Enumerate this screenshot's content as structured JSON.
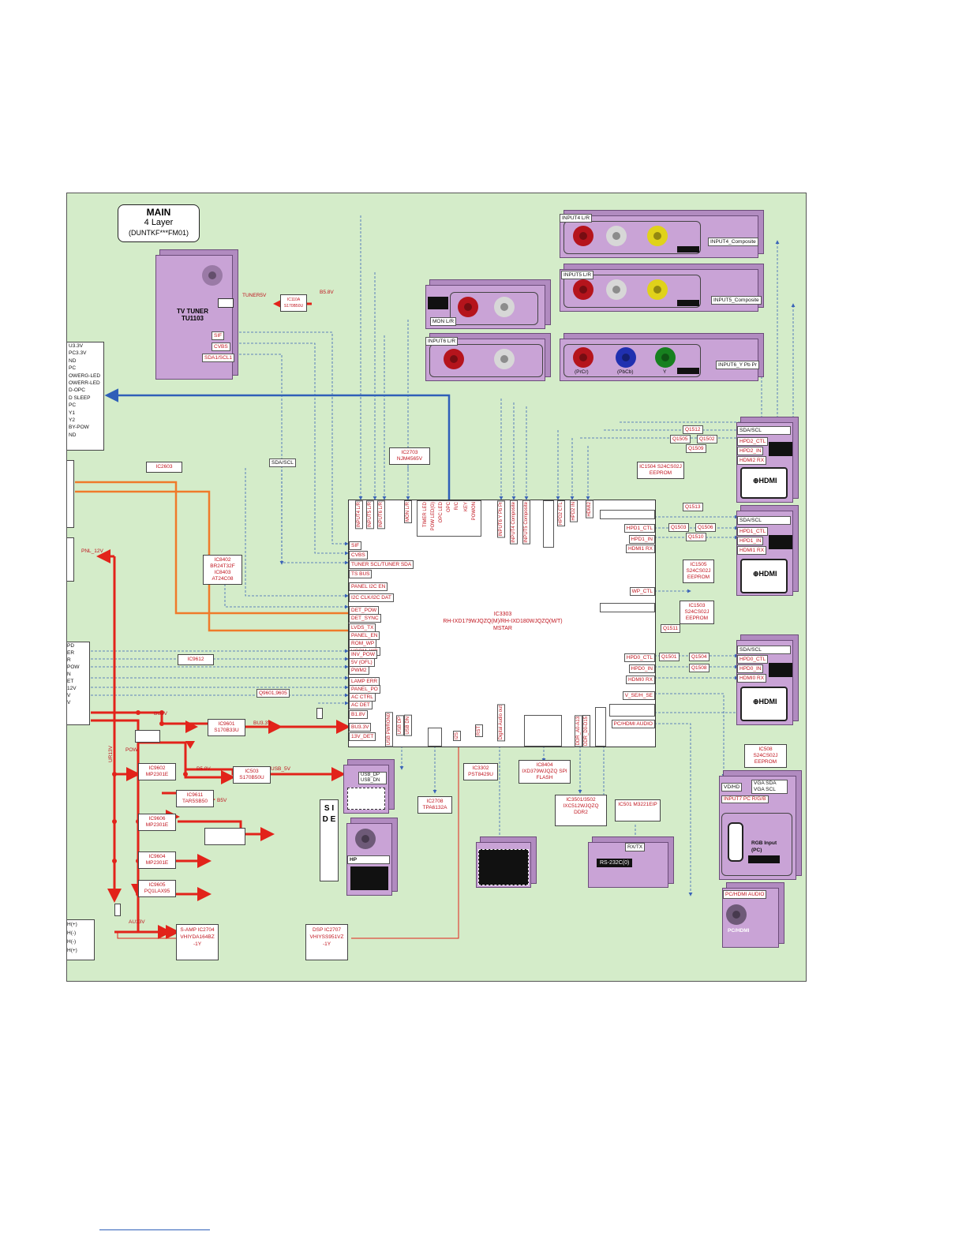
{
  "title": {
    "line1": "MAIN",
    "line2": "4 Layer",
    "line3": "(DUNTKF***FM01)"
  },
  "tuner": {
    "name": "TV TUNER",
    "ref": "TU1103",
    "pins": [
      "SIF",
      "CVBS",
      "SDA1/SCL1"
    ],
    "reg_ic": "IC110A S170B50U",
    "tuner5v": "TUNER5V",
    "b58v": "B5.8V"
  },
  "left_list": [
    "U3.3V",
    "PC3.3V",
    "ND",
    "PC",
    "OWERG-LED",
    "OWERR-LED",
    "D-OPC",
    "D SLEEP",
    "PC",
    "",
    "Y1",
    "Y2",
    "BY-POW",
    "ND"
  ],
  "left_list2": [
    "PD",
    "",
    "ER",
    "",
    "R",
    "POW",
    "N",
    "ET",
    "12V",
    "V",
    "V"
  ],
  "left_spk": [
    "H(+)",
    "H(-)",
    "H(-)",
    "H(+)"
  ],
  "inputs": {
    "input4": "INPUT4 L/R",
    "input4_comp": "INPUT4_Composite",
    "input5": "INPUT5 L/R",
    "input5_comp": "INPUT5_Composite",
    "mon": "MON L/R",
    "input6": "INPUT6 L/R",
    "input6_comp": "INPUT6_Y Pb Pr",
    "pb": "(PbCb)",
    "pr": "(PrCr)",
    "y": "Y"
  },
  "hdmi": {
    "label": "HDMI",
    "sda_scl": "SDA/SCL",
    "hpd2_ctl": "HPD2_CTL",
    "hpd2_in": "HPD2_IN",
    "hdmi2_rx": "HDMI2 RX",
    "hpd1_ctl": "HPD1_CTL",
    "hpd1_in": "HPD1_IN",
    "hdmi1_rx": "HDMI1 RX",
    "hpd0_ctl": "HPD0_CTL",
    "hpd0_in": "HPD0_IN",
    "hdmi0_rx": "HDMI0 RX",
    "q1512": "Q1512",
    "q1505": "Q1505",
    "q1502": "Q1502",
    "q1509": "Q1509",
    "q1513": "Q1513",
    "q1503": "Q1503",
    "q1506": "Q1506",
    "q1510": "Q1510",
    "q1511": "Q1511",
    "q1501": "Q1501",
    "q1504": "Q1504",
    "q1508": "Q1508",
    "ic1504": "IC1504 S24CS02J EEPROM",
    "ic1505": "IC1505 S24CS02J EEPROM",
    "ic1503": "IC1503 S24CS02J EEPROM"
  },
  "ic2703": "IC2703 NJM4565V",
  "ic2603": "IC2603",
  "ic8402": "IC8402 BR24T32F IC8403 AT24C08",
  "ic9612": "IC9612",
  "main_ic": {
    "line1": "IC3303",
    "line2": "RH-IXD179WJQZQ(M)/RH-IXD180WJQZQ(M/T)",
    "line3": "MSTAR"
  },
  "main_left_pins": [
    "SIF",
    "CVBS",
    "TUNER SCL/TUNER SDA",
    "TS BUS",
    "PANEL I2C EN",
    "I2C CLK/I2C DAT",
    "DET_POW",
    "DET_SYNC",
    "LVDS_TX",
    "PANEL_EN",
    "ROM_WP",
    "VCOM_WP",
    "INV_POW",
    "5V (OFL)",
    "PWM2",
    "LAMP ERR",
    "PANEL_PO",
    "AC CTRL",
    "AC DET",
    "B1.8V",
    "BU3.3V",
    "13V_DET"
  ],
  "main_top_pins": [
    "INPUT4 L/R",
    "INPUT5 L/R",
    "INPUT6 L/R",
    "MON L/R",
    "TIMER LED",
    "POW LED(G)",
    "OPC LED",
    "OPC",
    "R/C",
    "KEY",
    "POWON",
    "INPUT6 Y Pb Pr",
    "INPUT4 Composite",
    "INPUT5 Composite",
    "HPD2 CTL",
    "HPD2 IN",
    "HDMI2"
  ],
  "main_right_pins": [
    "HPD1_CTL",
    "HPD1_IN",
    "HDMI1 RX",
    "WP_CTL",
    "HPD0_CTL",
    "HPD0_IN",
    "HDMI0 RX",
    "V_SE/H_SE",
    "PC/HDMI AUDIO"
  ],
  "main_bottom_pins": [
    "USB PWRON0",
    "USB DP",
    "USB DN",
    "I2S",
    "RST",
    "Digital Audio out",
    "DDR_A0-A13",
    "DDR_D0-D15"
  ],
  "sda_scl_mid": "SDA/SCL",
  "q9601": "Q9601,9605",
  "power": {
    "bu5v": "BU5V",
    "bu33v": "BU3.3V",
    "pow": "POW",
    "b58v": "B5.8V",
    "usb5v": "USB_5V",
    "b5v": "B5V",
    "ur13v": "UR13V",
    "au13v": "AU13V",
    "pnl12v": "PNL_12V",
    "ic9601": "IC9601 S170B33U",
    "ic9602": "IC9602 MP2301E",
    "ic503": "IC503 S170B50U",
    "ic9611": "IC9611 TAR5SB50",
    "ic9606": "IC9606 MP2301E",
    "ic9604": "IC9604 MP2301E",
    "ic9605": "IC9605 PQ1LAX95"
  },
  "side": {
    "label": "S I D E",
    "usb": "USB_DP USB_DN",
    "hp": "HP"
  },
  "ic2708": "IC2708 TPA6132A",
  "ic3302": "IC3302 PST8429U",
  "ic8404": "IC8404 IXD379WJQZQ SPI FLASH",
  "ic3501": "IC3501/3502 IXC512WJQZQ DDR2",
  "ic501": "IC501 M3221EIP",
  "rs232": {
    "rxtx": "RX/TX",
    "label": "RS-232C(0)"
  },
  "samp": "S-AMP IC2704 VHIYDA164BZ -1Y",
  "dsp": "DSP IC2707 VHIYSS951VZ -1Y",
  "vga": {
    "ic508": "IC508 S24CS02J EEPROM",
    "vd_hd": "VD/HD",
    "vga_sda": "VGA SDA VGA SCL",
    "input7": "INPUT7 PC R/G/B",
    "rgb": "RGB Input (PC)"
  },
  "pchdmi": {
    "audio": "PC/HDMI AUDIO",
    "label": "PC/HDMI"
  },
  "colors": {
    "board": "#d4ecc9",
    "prism": "#c9a3d6",
    "red_line": "#e2231a",
    "blue_line": "#2f5fb8",
    "orange_line": "#ef7a2a",
    "dash": "#3a63b8"
  }
}
